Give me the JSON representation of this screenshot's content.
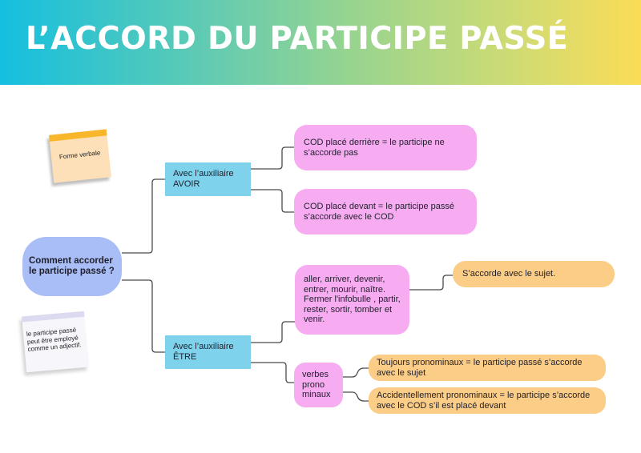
{
  "header": {
    "title": "L’ACCORD DU PARTICIPE PASSÉ",
    "gradient": [
      "#14bfe0",
      "#5ccab5",
      "#98d48f",
      "#cfdb74",
      "#fbdc57"
    ]
  },
  "colors": {
    "root": "#a9bdf6",
    "branch": "#7fd2ec",
    "pink": "#f7acf2",
    "orange": "#fbcd86",
    "connector": "#4a4a4a"
  },
  "sticky_notes": [
    {
      "text": "Forme verbale"
    },
    {
      "text": "le participe passé peut être employé comme un adjectif."
    }
  ],
  "mindmap": {
    "root": "Comment accorder le participe passé ?",
    "branches": [
      {
        "label": "Avec l’auxiliaire AVOIR",
        "children": [
          {
            "label": "COD placé derrière = le participe ne s’accorde pas"
          },
          {
            "label": "COD placé devant = le participe passé s’accorde avec le COD"
          }
        ]
      },
      {
        "label": "Avec l’auxiliaire ÊTRE",
        "children": [
          {
            "label": "aller, arriver, devenir, entrer, mourir, naître. Fermer l'infobulle , partir, rester, sortir, tomber et venir.",
            "children": [
              {
                "label": "S’accorde avec le sujet."
              }
            ]
          },
          {
            "label": "verbes prono minaux",
            "children": [
              {
                "label": "Toujours pronominaux = le participe passé s’accorde avec le sujet"
              },
              {
                "label": "Accidentellement pronominaux = le participe s’accorde avec le COD s’il est placé devant"
              }
            ]
          }
        ]
      }
    ]
  }
}
